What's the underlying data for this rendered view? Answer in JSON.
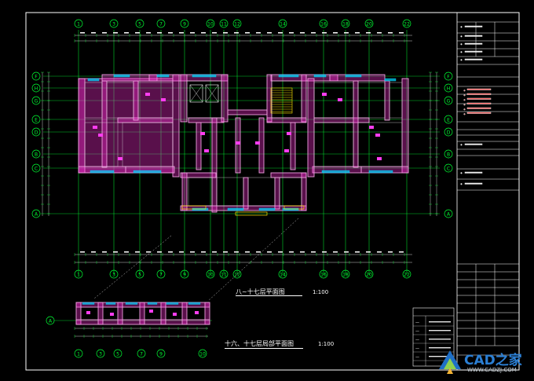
{
  "drawing": {
    "titles": {
      "plan_main": "八~十七层平面图",
      "scale_main": "1:100",
      "plan_sub": "十六、十七层局部平面图",
      "scale_sub": "1:100"
    },
    "col_axis_labels_top": [
      "1",
      "3",
      "5",
      "7",
      "9",
      "10",
      "11",
      "12",
      "14",
      "16",
      "18",
      "20",
      "22"
    ],
    "col_axis_labels_bottom": [
      "1",
      "3",
      "5",
      "7",
      "9",
      "10",
      "11",
      "12",
      "14",
      "16",
      "18",
      "20",
      "22"
    ],
    "row_axis_labels_left": [
      "F",
      "H",
      "G",
      "E",
      "D",
      "B",
      "C",
      "A"
    ],
    "row_axis_labels_right": [
      "F",
      "H",
      "G",
      "E",
      "D",
      "B",
      "C",
      "A"
    ],
    "sub_axis_label": "A",
    "title_block": {
      "red_notes": [
        "•",
        "•",
        "•",
        "•",
        "•",
        "•"
      ],
      "white_rows": [
        "•",
        "•",
        "•",
        "•",
        "•",
        "•",
        "•",
        "•"
      ]
    },
    "legend_rows": [
      "—",
      "—",
      "—",
      "—",
      "—"
    ],
    "watermark": {
      "brand": "CAD之家",
      "url": "WWW.CADZJ.COM"
    },
    "colors": {
      "background": "#000000",
      "wall": "#f0a0e0",
      "wall_fill": "#ff2fd8",
      "axis": "#00ff33",
      "dimension": "#ffffff",
      "window": "#00d8ff",
      "yellow": "#ffe600",
      "frame": "#ffffff"
    }
  }
}
